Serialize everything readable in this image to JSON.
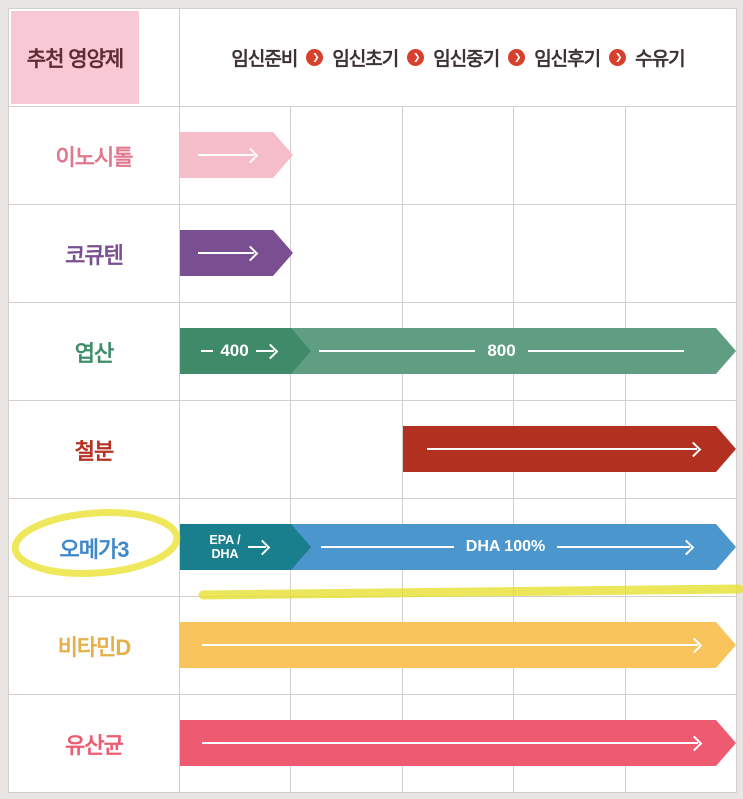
{
  "title_box": {
    "label": "추천 영양제"
  },
  "stage_header": {
    "stages": [
      "임신준비",
      "임신초기",
      "임신중기",
      "임신후기",
      "수유기"
    ],
    "arrow_glyph": "❯"
  },
  "rows": [
    {
      "label": "이노시톨"
    },
    {
      "label": "코큐텐"
    },
    {
      "label": "엽산",
      "segments": {
        "first": "400",
        "second": "800"
      }
    },
    {
      "label": "철분"
    },
    {
      "label": "오메가3",
      "segments": {
        "first_line1": "EPA /",
        "first_line2": "DHA",
        "second": "DHA 100%"
      }
    },
    {
      "label": "비타민D"
    },
    {
      "label": "유산균"
    }
  ],
  "colors": {
    "page_background": "#e8e5e2",
    "grid_line": "#d2cfcb",
    "title_box_background": "#f8c9d4",
    "title_text": "#5f2b35",
    "stage_icon": "#d8402e",
    "inositol": "#f5bcc9",
    "coq10": "#7a4f91",
    "folate_400": "#3f8a69",
    "folate_800": "#5f9e82",
    "iron": "#b2301f",
    "omega3_epa": "#1a7f8c",
    "omega3_dha": "#4b96cd",
    "vitamin_d": "#f9c45c",
    "probiotics": "#ee5b71",
    "highlighter": "#ece12e"
  },
  "chart_data": {
    "type": "table",
    "title": "추천 영양제",
    "columns": [
      "임신준비",
      "임신초기",
      "임신중기",
      "임신후기",
      "수유기"
    ],
    "rows": [
      {
        "label": "이노시톨",
        "segments": [
          {
            "text": "",
            "start": "임신준비",
            "end": "임신준비",
            "color": "#f5bcc9"
          }
        ]
      },
      {
        "label": "코큐텐",
        "segments": [
          {
            "text": "",
            "start": "임신준비",
            "end": "임신준비",
            "color": "#7a4f91"
          }
        ]
      },
      {
        "label": "엽산",
        "segments": [
          {
            "text": "400",
            "start": "임신준비",
            "end": "임신초기",
            "color": "#3f8a69"
          },
          {
            "text": "800",
            "start": "임신초기",
            "end": "수유기",
            "color": "#5f9e82"
          }
        ]
      },
      {
        "label": "철분",
        "segments": [
          {
            "text": "",
            "start": "임신중기",
            "end": "수유기",
            "color": "#b2301f"
          }
        ]
      },
      {
        "label": "오메가3",
        "highlighted": true,
        "segments": [
          {
            "text": "EPA / DHA",
            "start": "임신준비",
            "end": "임신초기",
            "color": "#1a7f8c"
          },
          {
            "text": "DHA 100%",
            "start": "임신초기",
            "end": "수유기",
            "color": "#4b96cd"
          }
        ]
      },
      {
        "label": "비타민D",
        "segments": [
          {
            "text": "",
            "start": "임신준비",
            "end": "수유기",
            "color": "#f9c45c"
          }
        ]
      },
      {
        "label": "유산균",
        "segments": [
          {
            "text": "",
            "start": "임신준비",
            "end": "수유기",
            "color": "#ee5b71"
          }
        ]
      }
    ],
    "annotations": [
      "오메가3 row label circled with yellow highlighter",
      "yellow highlighter underline across bottom of 오메가3 row"
    ]
  }
}
